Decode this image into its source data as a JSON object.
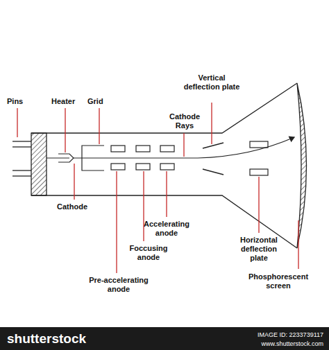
{
  "diagram": {
    "labels": [
      "Pins",
      "Heater",
      "Grid",
      "Cathode Rays",
      "Vertical deflection plate",
      "Cathode",
      "Accelerating anode",
      "Foccusing anode",
      "Pre-accelerating anode",
      "Horizontal deflection plate",
      "Phosphorescent screen",
      "shutterstock",
      "IMAGE ID: 2233739117",
      "www.shutterstock.com"
    ]
  }
}
